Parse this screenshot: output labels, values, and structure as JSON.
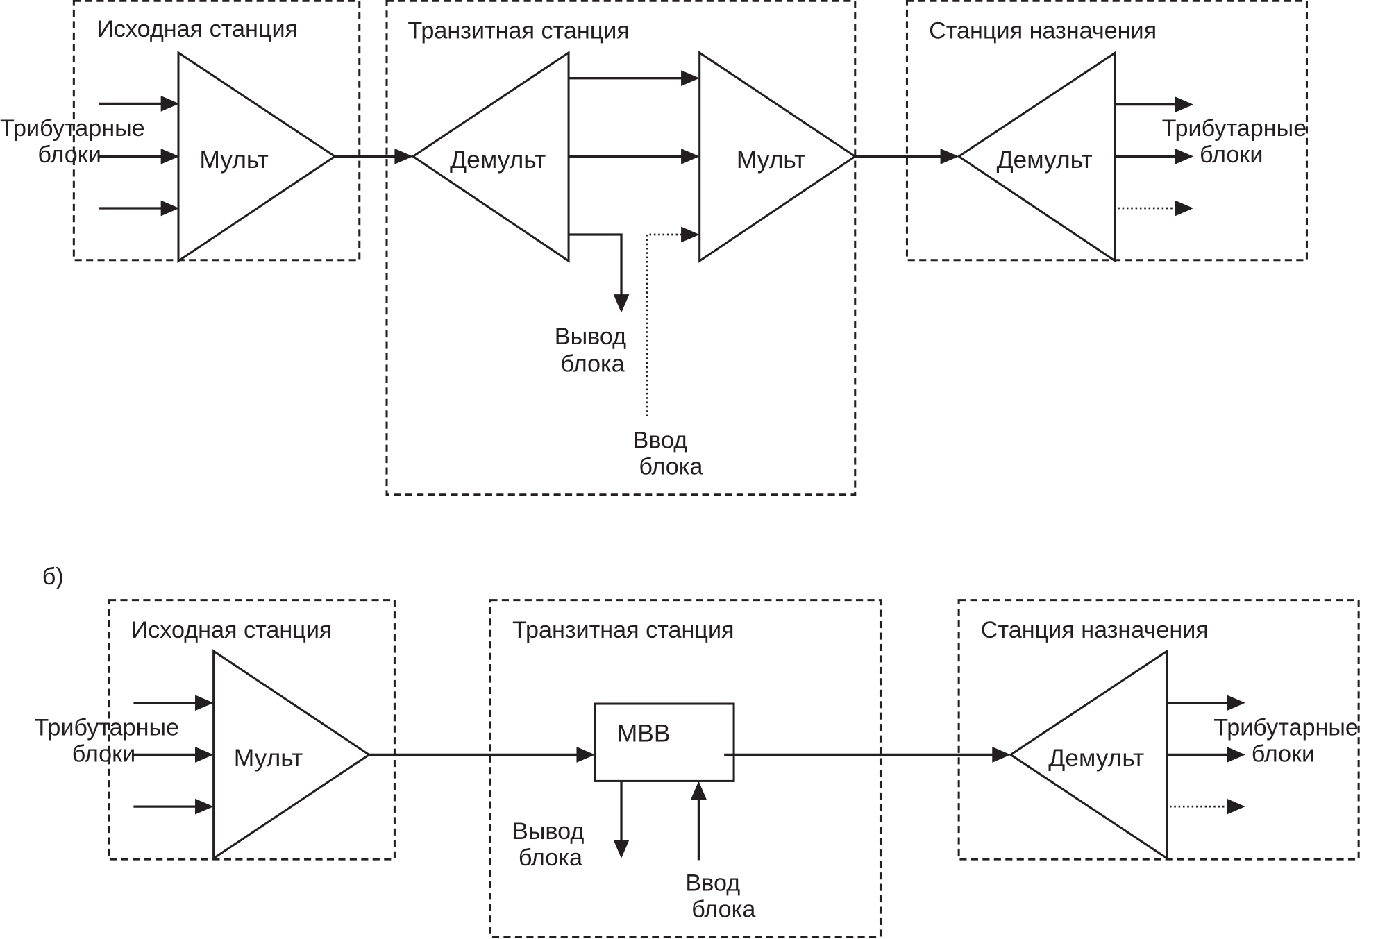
{
  "diagram_a": {
    "source_station": {
      "title": "Исходная станция",
      "mux_label": "Мульт",
      "tributaries_label": [
        "Трибутарные",
        "блоки"
      ]
    },
    "transit_station": {
      "title": "Транзитная станция",
      "demux_label": "Демульт",
      "mux_label": "Мульт",
      "drop_label": [
        "Вывод",
        "блока"
      ],
      "add_label": [
        "Ввод",
        "блока"
      ]
    },
    "destination_station": {
      "title": "Станция назначения",
      "demux_label": "Демульт",
      "tributaries_label": [
        "Трибутарные",
        "блоки"
      ]
    }
  },
  "diagram_b": {
    "panel_label": "б)",
    "source_station": {
      "title": "Исходная станция",
      "mux_label": "Мульт",
      "tributaries_label": [
        "Трибутарные",
        "блоки"
      ]
    },
    "transit_station": {
      "title": "Транзитная станция",
      "mvv_label": "MBB",
      "drop_label": [
        "Вывод",
        "блока"
      ],
      "add_label": [
        "Ввод",
        "блока"
      ]
    },
    "destination_station": {
      "title": "Станция назначения",
      "demux_label": "Демульт",
      "tributaries_label": [
        "Трибутарные",
        "блоки"
      ]
    }
  }
}
